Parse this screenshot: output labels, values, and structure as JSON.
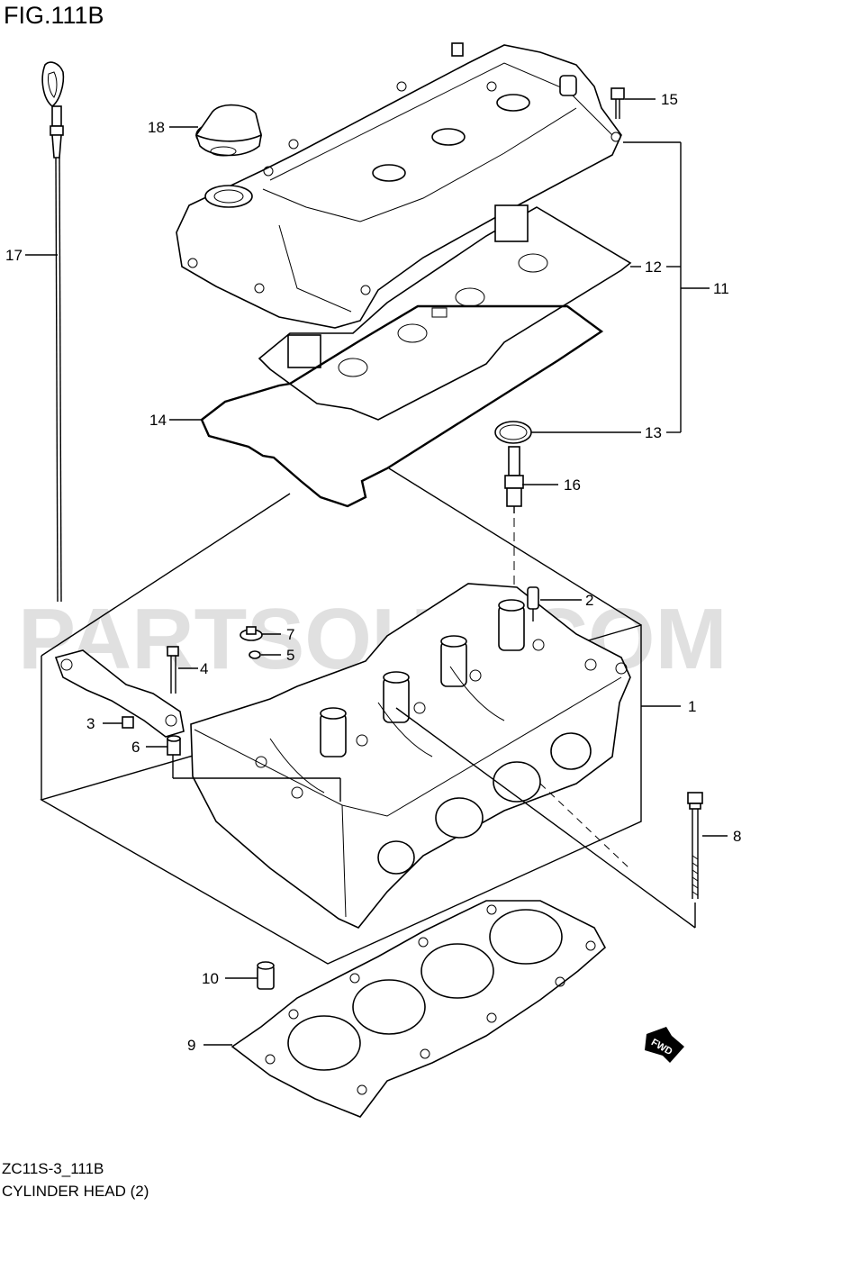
{
  "figure": {
    "title": "FIG.111B",
    "code": "ZC11S-3_111B",
    "caption": "CYLINDER HEAD (2)"
  },
  "watermark": "PARTSOUQ.COM",
  "direction_badge": "FWD",
  "callouts": {
    "p1": "1",
    "p2": "2",
    "p3": "3",
    "p4": "4",
    "p5": "5",
    "p6": "6",
    "p7": "7",
    "p8": "8",
    "p9": "9",
    "p10": "10",
    "p11": "11",
    "p12": "12",
    "p13": "13",
    "p14": "14",
    "p15": "15",
    "p16": "16",
    "p17": "17",
    "p18": "18"
  }
}
